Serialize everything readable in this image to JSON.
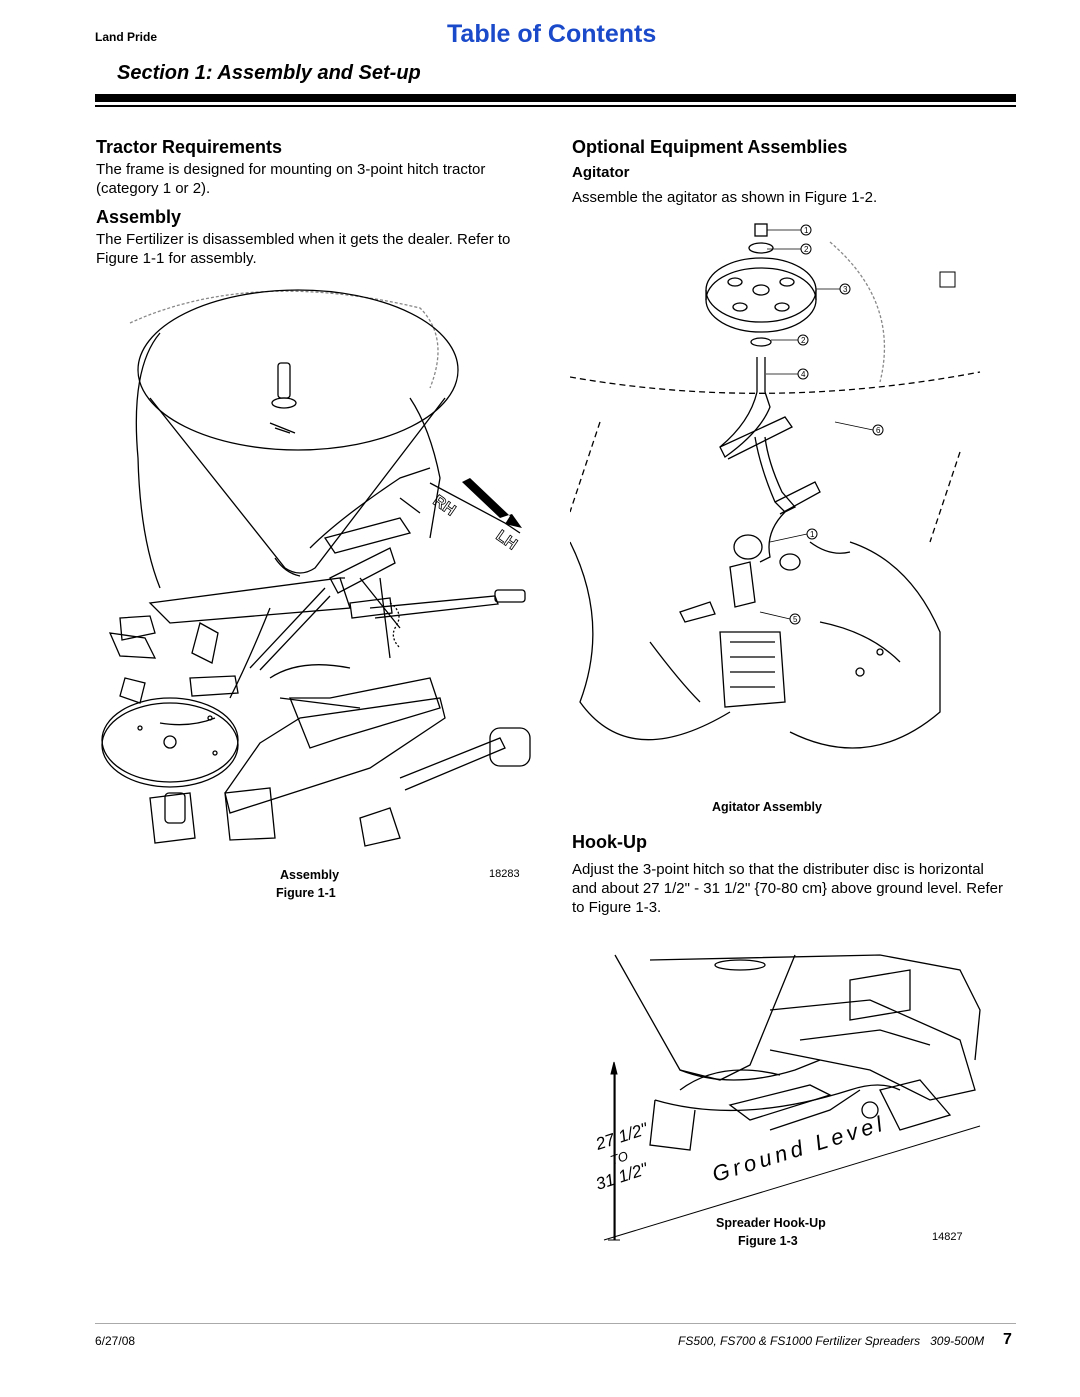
{
  "header": {
    "brand": "Land Pride",
    "toc_link": "Table of Contents",
    "section_title": "Section 1: Assembly and Set-up"
  },
  "left": {
    "tractor_heading": "Tractor Requirements",
    "tractor_text": "The frame is designed for mounting on 3-point hitch tractor (category 1 or 2).",
    "assembly_heading": "Assembly",
    "assembly_text": "The Fertilizer is disassembled when it gets the dealer. Refer to Figure 1-1 for assembly.",
    "figure1": {
      "caption": "Assembly",
      "number": "Figure 1-1",
      "part_no": "18283",
      "rh": "RH",
      "lh": "LH"
    }
  },
  "right": {
    "optional_heading": "Optional Equipment Assemblies",
    "agitator_sub": "Agitator",
    "agitator_text": "Assemble the agitator as shown in Figure 1-2.",
    "figure2": {
      "caption": "Agitator Assembly",
      "callouts": [
        "1",
        "2",
        "3",
        "2",
        "4",
        "6",
        "1",
        "5"
      ]
    },
    "hookup_heading": "Hook-Up",
    "hookup_text": "Adjust the 3-point hitch so that the distributer disc is horizontal and about 27 1/2\" - 31 1/2\" {70-80 cm} above ground level. Refer to Figure 1-3.",
    "figure3": {
      "caption": "Spreader Hook-Up",
      "number": "Figure 1-3",
      "part_no": "14827",
      "dim_top": "27 1/2\"",
      "dim_to": "TO",
      "dim_bottom": "31 1/2\"",
      "ground": "Ground Level"
    }
  },
  "footer": {
    "date": "6/27/08",
    "doc_title": "FS500, FS700 & FS1000 Fertilizer Spreaders   309-500M",
    "page": "7"
  }
}
